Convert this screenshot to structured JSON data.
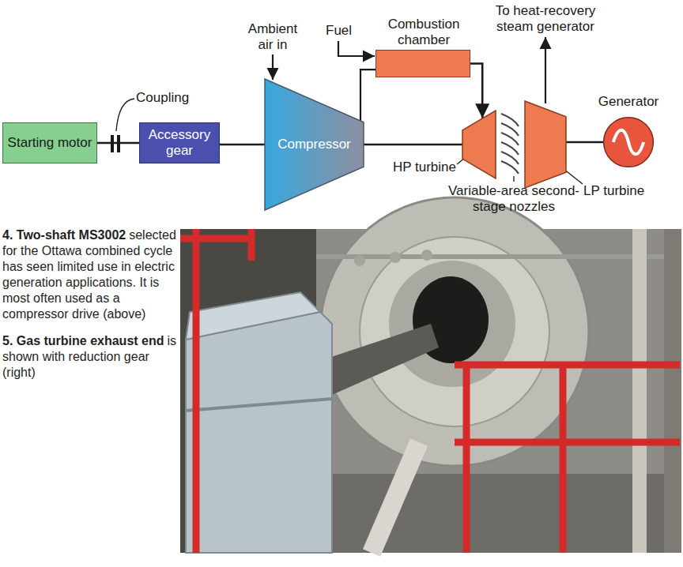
{
  "diagram": {
    "nodes": [
      {
        "text": [
          "Starting motor"
        ]
      },
      {
        "text": [
          "Accessory gear"
        ]
      },
      {
        "text": [
          "Compressor"
        ]
      },
      {
        "text": [
          "Combustion chamber"
        ]
      },
      {
        "text": [
          "HP turbine"
        ]
      },
      {
        "text": [
          "LP turbine"
        ]
      },
      {
        "text": [
          "Generator"
        ]
      }
    ],
    "edges": [
      {
        "from": 0,
        "to": 1,
        "arrow": "none"
      },
      {
        "from": 1,
        "to": 2,
        "arrow": "none"
      },
      {
        "from": 2,
        "to": 4,
        "arrow": "none"
      },
      {
        "from": 2,
        "to": 3,
        "arrow": "none"
      },
      {
        "from": 3,
        "to": 4,
        "arrow": "to"
      },
      {
        "from": 5,
        "to": 6,
        "arrow": "none"
      }
    ],
    "labels": [
      "To heat-recovery steam generator",
      "Ambient air in",
      "Fuel",
      "Coupling",
      "Variable-area second-stage nozzles",
      "4. Two-shaft MS3002",
      "selected for the Ottawa combined cycle has seen limited use in electric generation applications. It is most often used as a compressor drive (above)",
      "5. Gas turbine exhaust end",
      "is shown with reduction gear (right)"
    ]
  }
}
